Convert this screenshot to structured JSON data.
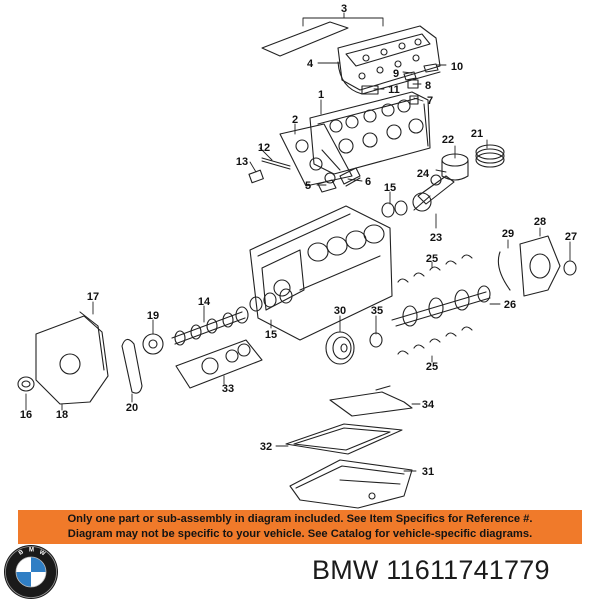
{
  "notice": {
    "line1": "Only one part or sub-assembly in diagram included. See Item Specifics for Reference #.",
    "line2": "Diagram may not be specific to your vehicle. See Catalog for vehicle-specific diagrams.",
    "background": "#f07a2a"
  },
  "brand": {
    "name": "BMW",
    "part_number": "11611741779",
    "logo_lettering": "BMW",
    "logo_blue": "#2f7ec4"
  },
  "callouts": {
    "c1": "1",
    "c2": "2",
    "c3": "3",
    "c4": "4",
    "c5": "5",
    "c6": "6",
    "c7": "7",
    "c8": "8",
    "c9": "9",
    "c10": "10",
    "c11": "11",
    "c12": "12",
    "c13": "13",
    "c14": "14",
    "c15a": "15",
    "c15b": "15",
    "c16": "16",
    "c17": "17",
    "c18": "18",
    "c19": "19",
    "c20": "20",
    "c21": "21",
    "c22": "22",
    "c23": "23",
    "c24": "24",
    "c25a": "25",
    "c25b": "25",
    "c26": "26",
    "c27": "27",
    "c28": "28",
    "c29": "29",
    "c30": "30",
    "c31": "31",
    "c32": "32",
    "c33": "33",
    "c34": "34",
    "c35": "35"
  }
}
